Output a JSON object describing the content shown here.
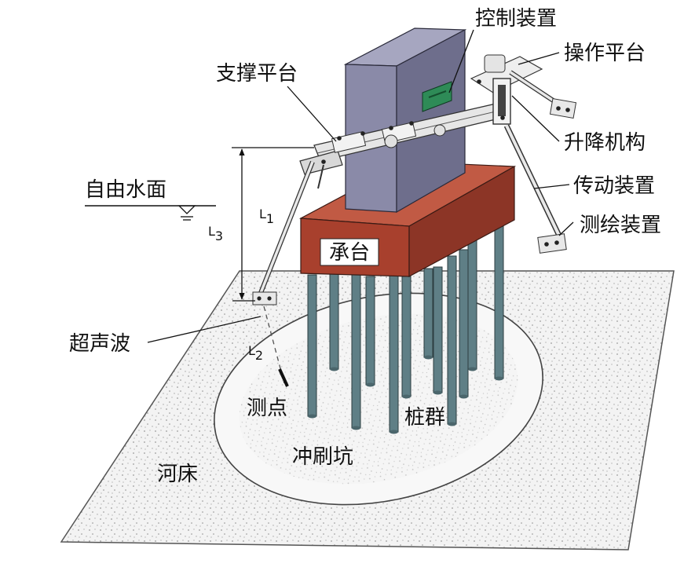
{
  "labels": {
    "control_device": "控制装置",
    "operation_platform": "操作平台",
    "support_platform": "支撑平台",
    "lifting_mechanism": "升降机构",
    "free_water_surface": "自由水面",
    "transmission_device": "传动装置",
    "surveying_device": "测绘装置",
    "pile_cap": "承台",
    "ultrasonic": "超声波",
    "measuring_point": "测点",
    "pile_group": "桩群",
    "scour_pit": "冲刷坑",
    "riverbed": "河床"
  },
  "dimensions": {
    "l1": {
      "symbol": "L",
      "subscript": "1"
    },
    "l2": {
      "symbol": "L",
      "subscript": "2"
    },
    "l3": {
      "symbol": "L",
      "subscript": "3"
    }
  },
  "colors": {
    "pile_cap": "#a8402d",
    "pile_cap_top": "#c15a44",
    "pile_cap_side": "#8c3526",
    "control_box": "#8a8aa8",
    "control_box_side": "#6e6e8c",
    "control_box_top": "#a6a6c0",
    "piles": "#5f7f86",
    "control_panel": "#2e8b57",
    "riverbed": "#eeeeee"
  }
}
